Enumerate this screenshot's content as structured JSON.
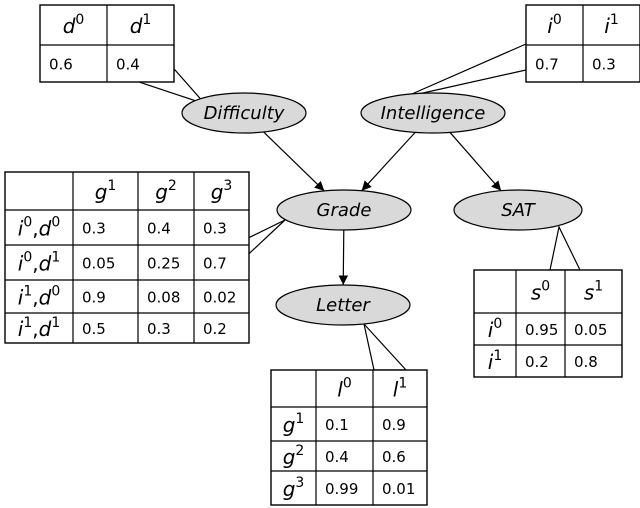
{
  "nodes": {
    "difficulty": "Difficulty",
    "intelligence": "Intelligence",
    "grade": "Grade",
    "sat": "SAT",
    "letter": "Letter"
  },
  "tables": {
    "difficulty": {
      "headers": [
        [
          "d",
          "0"
        ],
        [
          "d",
          "1"
        ]
      ],
      "values": [
        "0.6",
        "0.4"
      ]
    },
    "intelligence": {
      "headers": [
        [
          "i",
          "0"
        ],
        [
          "i",
          "1"
        ]
      ],
      "values": [
        "0.7",
        "0.3"
      ]
    },
    "grade": {
      "col_headers": [
        [
          "g",
          "1"
        ],
        [
          "g",
          "2"
        ],
        [
          "g",
          "3"
        ]
      ],
      "row_headers": [
        [
          "i",
          "0",
          "d",
          "0"
        ],
        [
          "i",
          "0",
          "d",
          "1"
        ],
        [
          "i",
          "1",
          "d",
          "0"
        ],
        [
          "i",
          "1",
          "d",
          "1"
        ]
      ],
      "rows": [
        [
          "0.3",
          "0.4",
          "0.3"
        ],
        [
          "0.05",
          "0.25",
          "0.7"
        ],
        [
          "0.9",
          "0.08",
          "0.02"
        ],
        [
          "0.5",
          "0.3",
          "0.2"
        ]
      ]
    },
    "sat": {
      "col_headers": [
        [
          "s",
          "0"
        ],
        [
          "s",
          "1"
        ]
      ],
      "row_headers": [
        [
          "i",
          "0"
        ],
        [
          "i",
          "1"
        ]
      ],
      "rows": [
        [
          "0.95",
          "0.05"
        ],
        [
          "0.2",
          "0.8"
        ]
      ]
    },
    "letter": {
      "col_headers": [
        [
          "l",
          "0"
        ],
        [
          "l",
          "1"
        ]
      ],
      "row_headers": [
        [
          "g",
          "1"
        ],
        [
          "g",
          "2"
        ],
        [
          "g",
          "3"
        ]
      ],
      "rows": [
        [
          "0.1",
          "0.9"
        ],
        [
          "0.4",
          "0.6"
        ],
        [
          "0.99",
          "0.01"
        ]
      ]
    }
  },
  "colors": {
    "node_fill": "#d9d9d9",
    "stroke": "#000000"
  }
}
